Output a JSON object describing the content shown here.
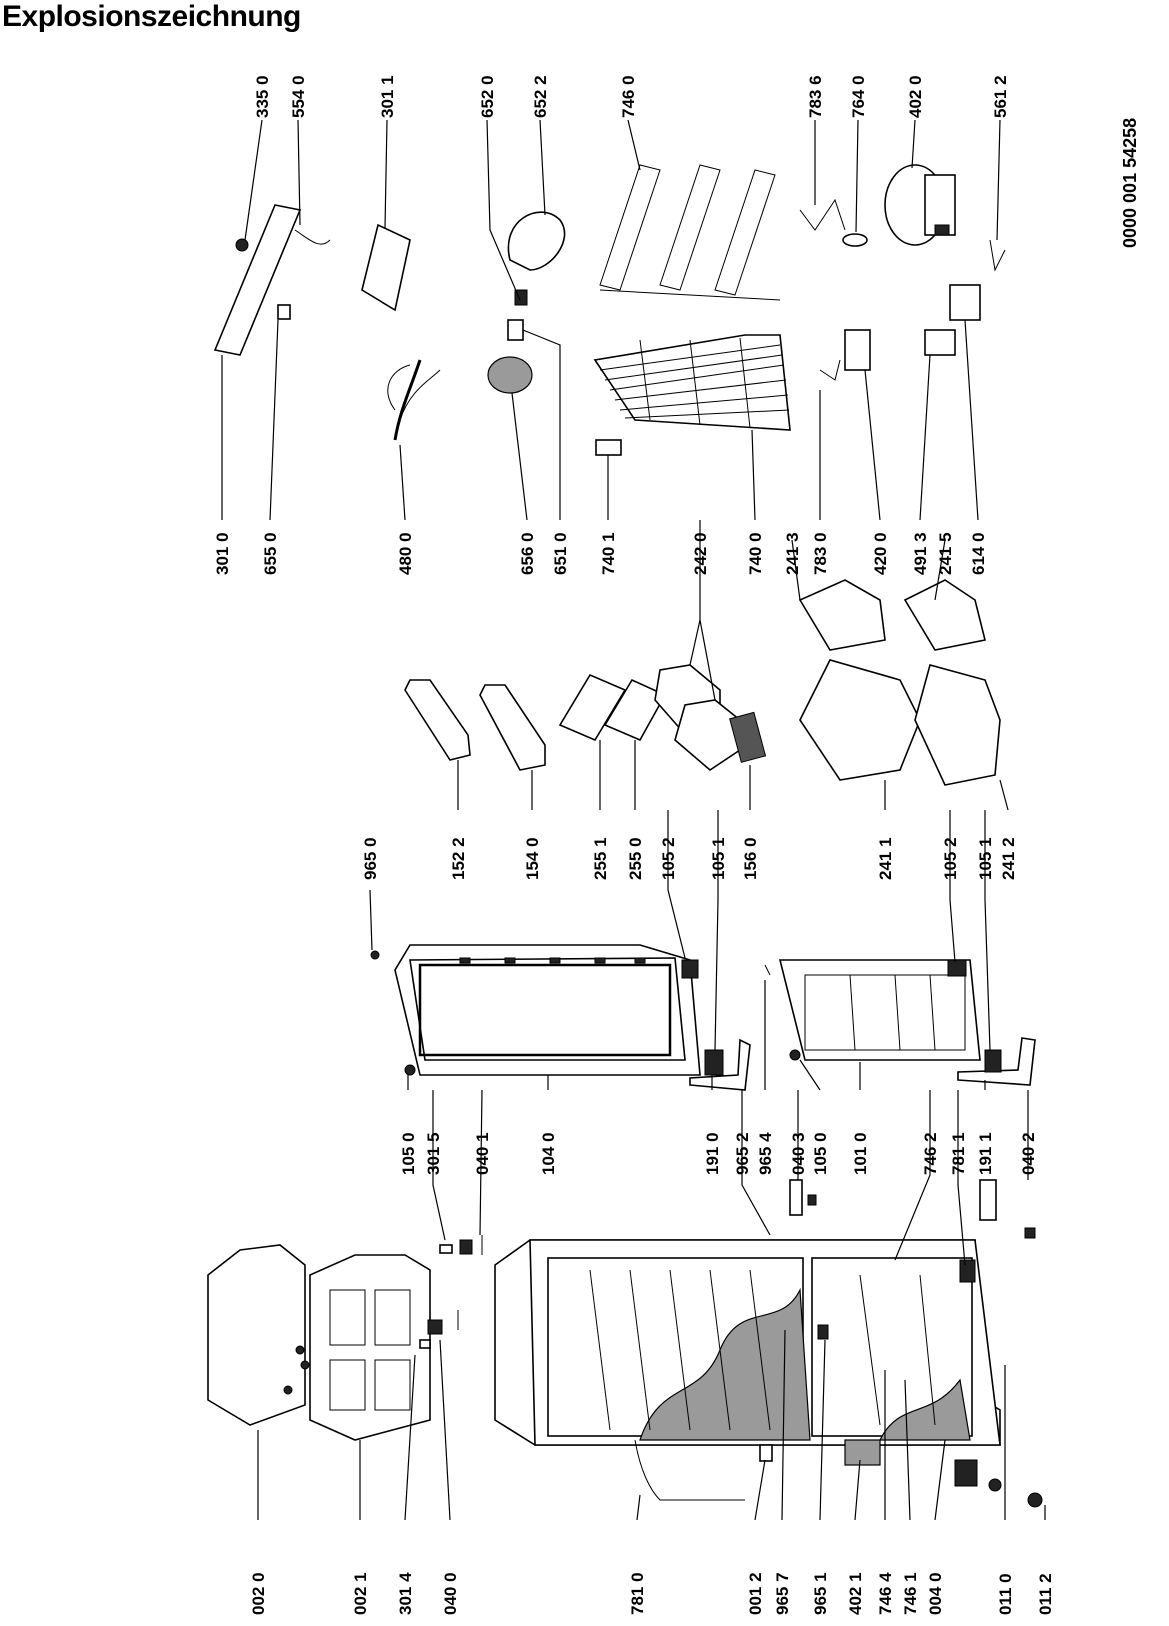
{
  "title": "Explosionszeichnung",
  "document_number": "0000 001 54258",
  "part_labels": [
    "002 0",
    "002 1",
    "301 4",
    "040 0",
    "781 0",
    "001 2",
    "965 7",
    "965 1",
    "402 1",
    "746 4",
    "746 1",
    "004 0",
    "011 0",
    "011 2",
    "105 0",
    "301 5",
    "040 1",
    "104 0",
    "191 0",
    "965 2",
    "965 4",
    "040 3",
    "105 0",
    "101 0",
    "746 2",
    "781 1",
    "191 1",
    "040 2",
    "965 0",
    "152 2",
    "154 0",
    "255 1",
    "255 0",
    "105 2",
    "105 1",
    "156 0",
    "241 1",
    "105 2",
    "105 1",
    "241 2",
    "301 0",
    "655 0",
    "480 0",
    "656 0",
    "651 0",
    "740 1",
    "242 0",
    "740 0",
    "241 3",
    "783 0",
    "420 0",
    "491 3",
    "241 5",
    "614 0",
    "335 0",
    "554 0",
    "301 1",
    "652 0",
    "652 2",
    "746 0",
    "783 6",
    "764 0",
    "402 0",
    "561 2"
  ]
}
